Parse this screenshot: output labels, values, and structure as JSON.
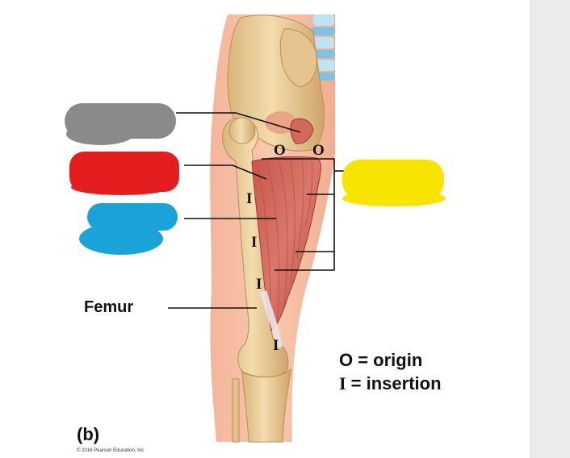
{
  "figure": {
    "panel_label": "(b)",
    "copyright": "© 2016 Pearson Education, Inc.",
    "labels": {
      "femur": "Femur",
      "origin_marker": "O",
      "insertion_marker": "I"
    },
    "legend": {
      "origin": "O = origin",
      "insertion_symbol": "I",
      "insertion_text": " = insertion"
    },
    "redactions": [
      {
        "name": "gray",
        "color": "#8a8a8a"
      },
      {
        "name": "red",
        "color": "#e41e1e"
      },
      {
        "name": "cyan",
        "color": "#1aa3d6"
      },
      {
        "name": "yellow",
        "color": "#f7e400"
      }
    ]
  }
}
